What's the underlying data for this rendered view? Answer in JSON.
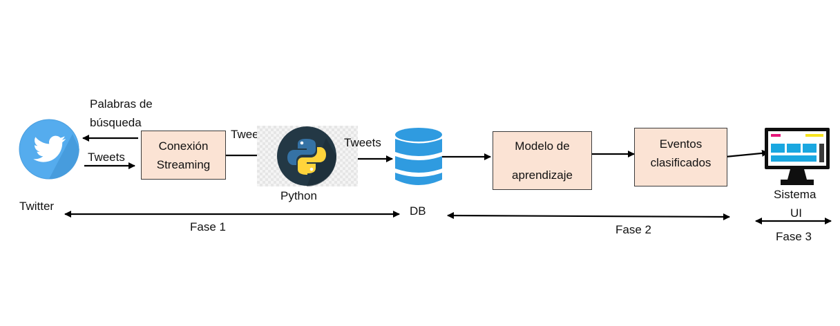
{
  "nodes": {
    "twitter": {
      "label": "Twitter",
      "icon": "twitter-bird-icon"
    },
    "conexion": {
      "line1": "Conexión",
      "line2": "Streaming"
    },
    "python": {
      "label": "Python",
      "icon": "python-logo-icon"
    },
    "db": {
      "label": "DB",
      "icon": "database-icon"
    },
    "modelo": {
      "line1": "Modelo de",
      "line2": "aprendizaje"
    },
    "eventos": {
      "line1": "Eventos",
      "line2": "clasificados"
    },
    "sistema": {
      "line1": "Sistema",
      "line2": "UI",
      "icon": "monitor-ui-icon"
    }
  },
  "edges": {
    "keywords": {
      "line1": "Palabras de",
      "line2": "búsqueda"
    },
    "tweets_in": "Tweets",
    "tweets_python": "Tweets",
    "tweets_db": "Tweets"
  },
  "phases": {
    "fase1": "Fase 1",
    "fase2": "Fase 2",
    "fase3": "Fase 3"
  },
  "colors": {
    "box_fill": "#fbe3d4",
    "twitter_blue": "#55acee",
    "db_blue": "#2f9be0",
    "python_blue": "#3572a5",
    "python_yellow": "#ffd43b",
    "ui_cyan": "#1aa7e0",
    "ui_magenta": "#e6177a",
    "ui_yellow": "#f7e31e"
  }
}
